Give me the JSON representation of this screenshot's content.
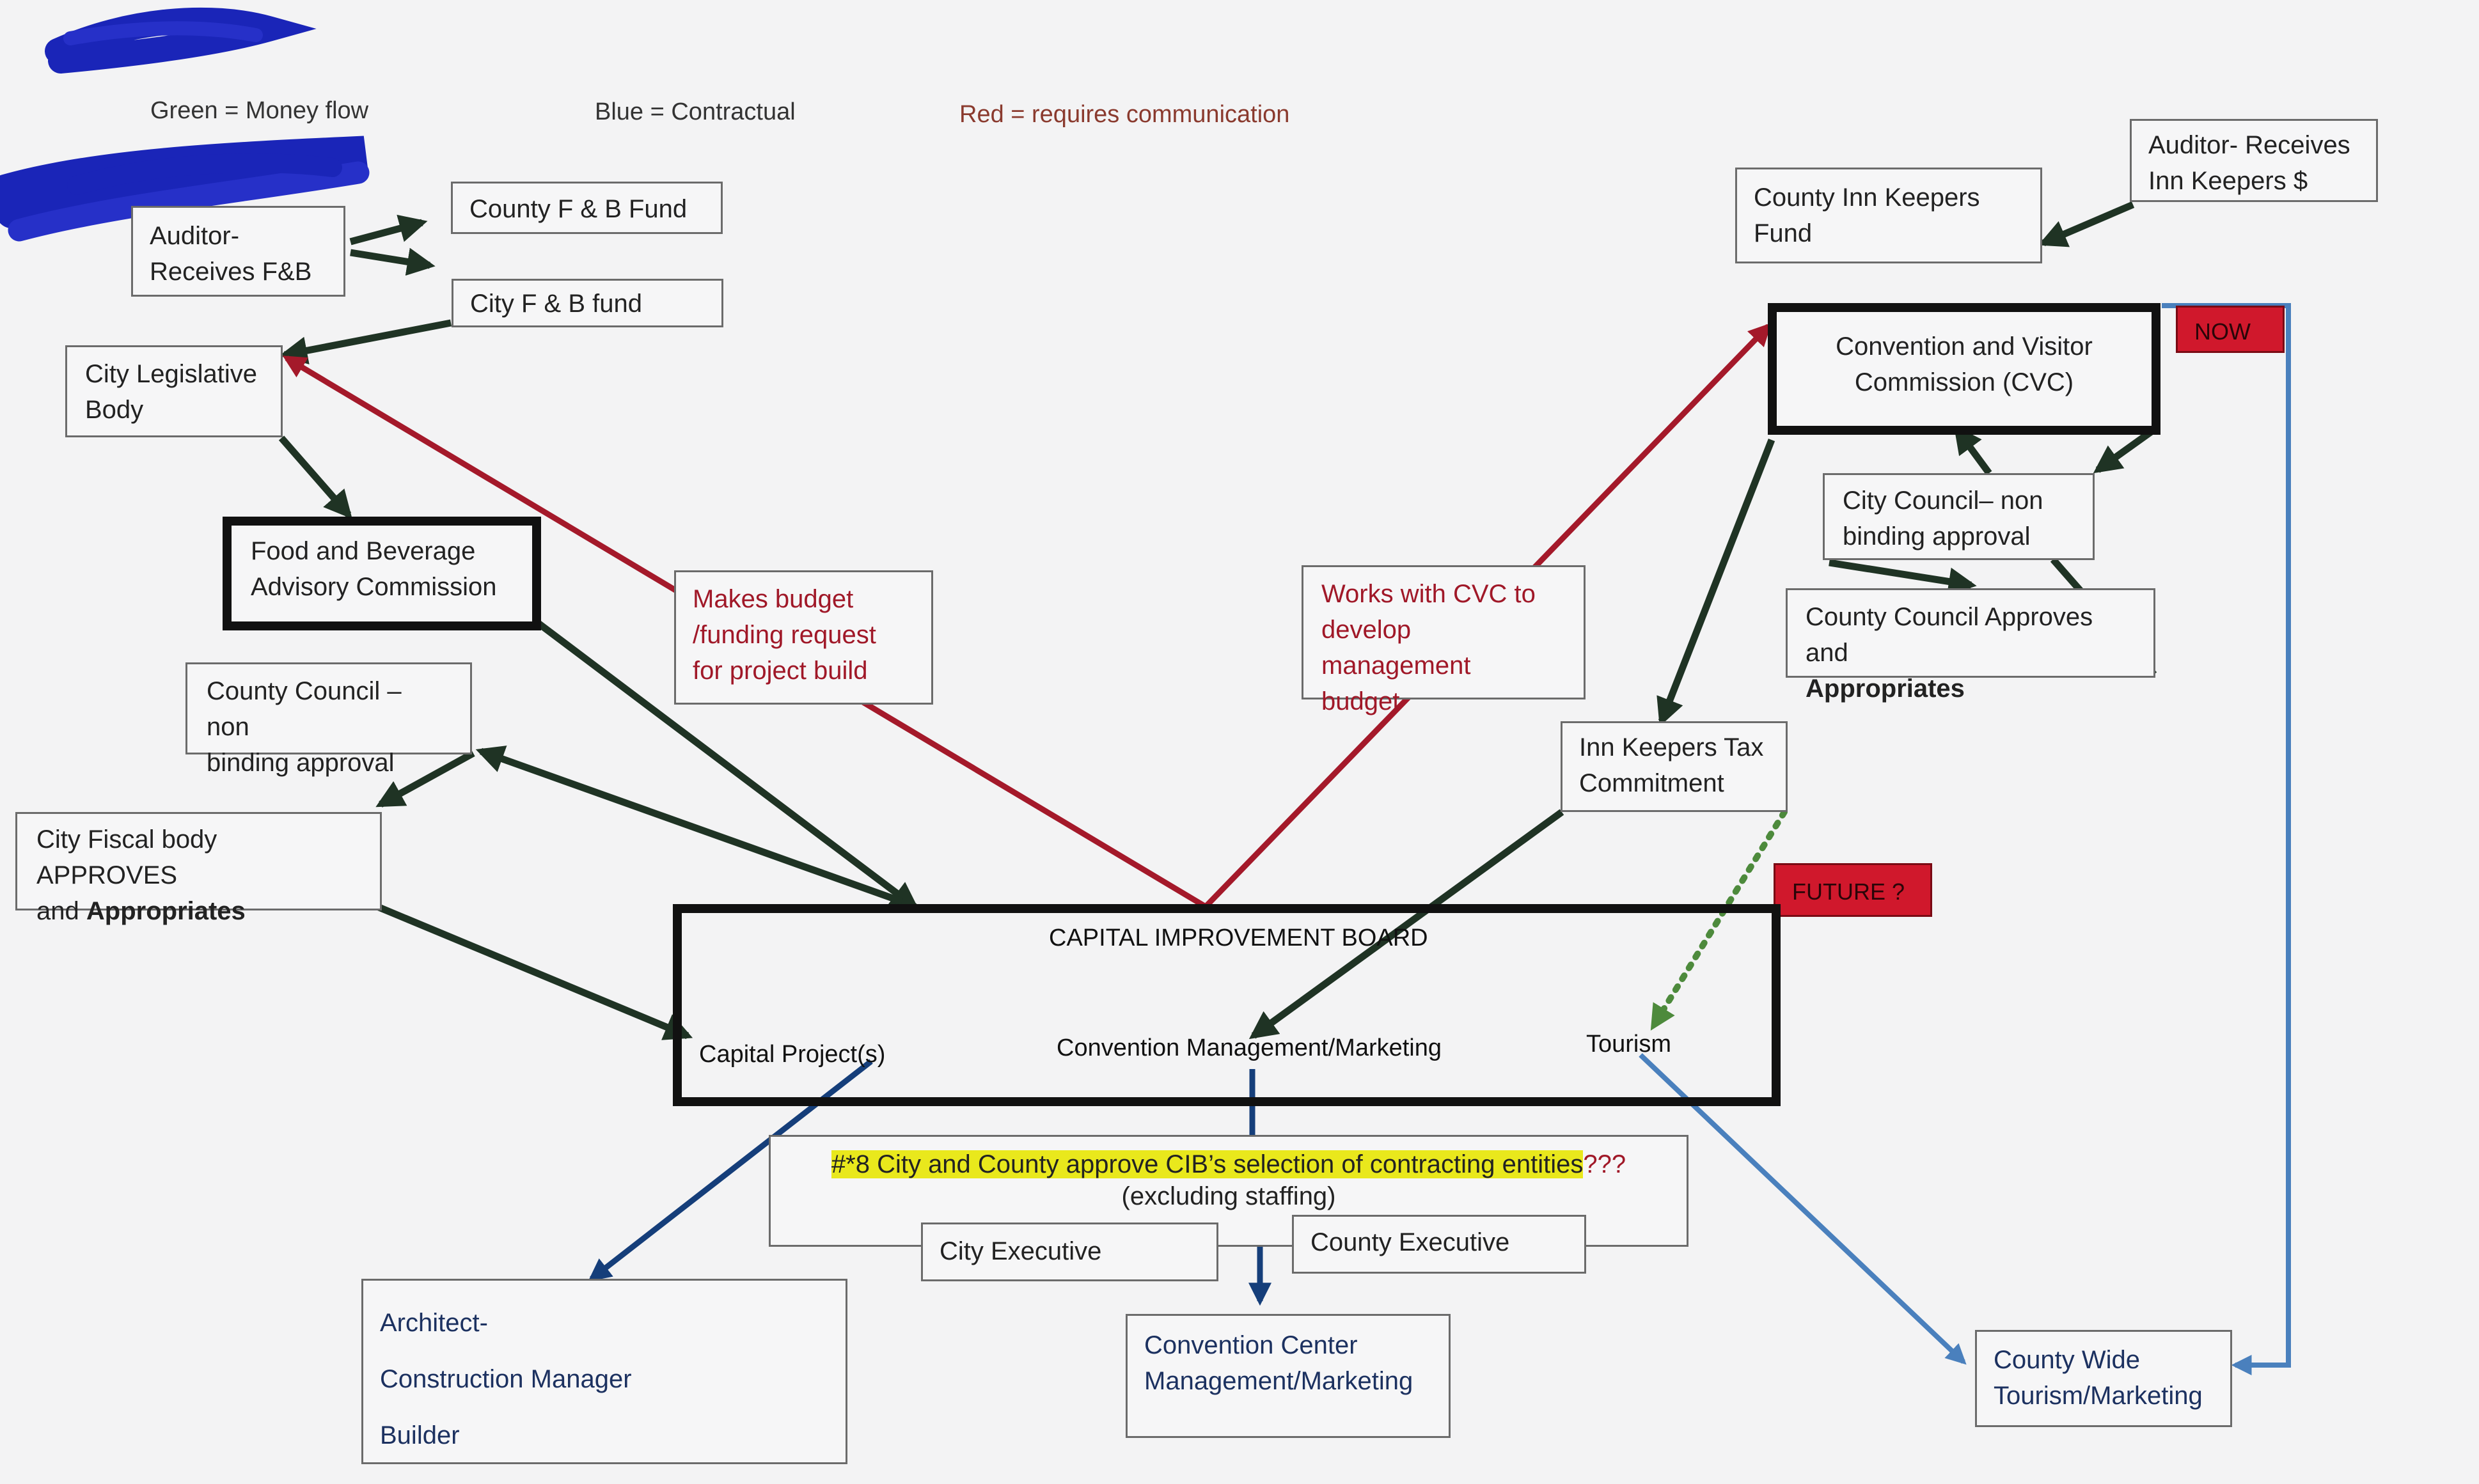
{
  "legend": {
    "green": "Green = Money flow",
    "blue": "Blue = Contractual",
    "red": "Red = requires communication"
  },
  "nodes": {
    "auditor_fb": [
      "Auditor-",
      "Receives F&B"
    ],
    "county_fb_fund": "County F & B Fund",
    "city_fb_fund": "City F & B fund",
    "city_legislative": [
      "City Legislative",
      "Body"
    ],
    "fb_advisory": [
      "Food and Beverage",
      "Advisory Commission"
    ],
    "county_council_left": [
      "County Council – non",
      "binding approval"
    ],
    "city_fiscal": [
      "City Fiscal body APPROVES",
      "and",
      "Appropriates"
    ],
    "makes_budget": [
      "Makes budget",
      "/funding request",
      "for project build"
    ],
    "works_cvc": [
      "Works with CVC to",
      "develop management",
      "budget"
    ],
    "county_innkeepers_fund": [
      "County Inn Keepers",
      "Fund"
    ],
    "auditor_innkeepers": [
      "Auditor- Receives",
      "Inn Keepers $"
    ],
    "cvc": [
      "Convention and Visitor",
      "Commission (CVC)"
    ],
    "now_tag": "NOW",
    "city_council_right": [
      "City Council– non",
      "binding approval"
    ],
    "county_council_right": [
      "County Council Approves and",
      "Appropriates"
    ],
    "innkeepers_tax": [
      "Inn Keepers Tax",
      "Commitment"
    ],
    "future_tag": "FUTURE ?",
    "cib_title": "CAPITAL IMPROVEMENT BOARD",
    "cib_capital": "Capital Project(s)",
    "cib_convention": "Convention Management/Marketing",
    "cib_tourism": "Tourism",
    "approve_highlight": "#*8 City and County approve CIB’s selection of contracting entities",
    "approve_suffix": "???",
    "approve_sub": "(excluding staffing)",
    "city_executive": "City Executive",
    "county_executive": "County Executive",
    "architect": [
      "Architect-",
      "Construction Manager",
      "Builder"
    ],
    "convention_center": [
      "Convention Center",
      "Management/Marketing"
    ],
    "county_wide": [
      "County Wide",
      "Tourism/Marketing"
    ]
  },
  "colors": {
    "money": "#1f3324",
    "contract_dark": "#153e7a",
    "contract_light": "#4a80bd",
    "communication": "#a4192a",
    "future_dotted": "#4d8a3c",
    "scribble": "#1a25b8"
  }
}
